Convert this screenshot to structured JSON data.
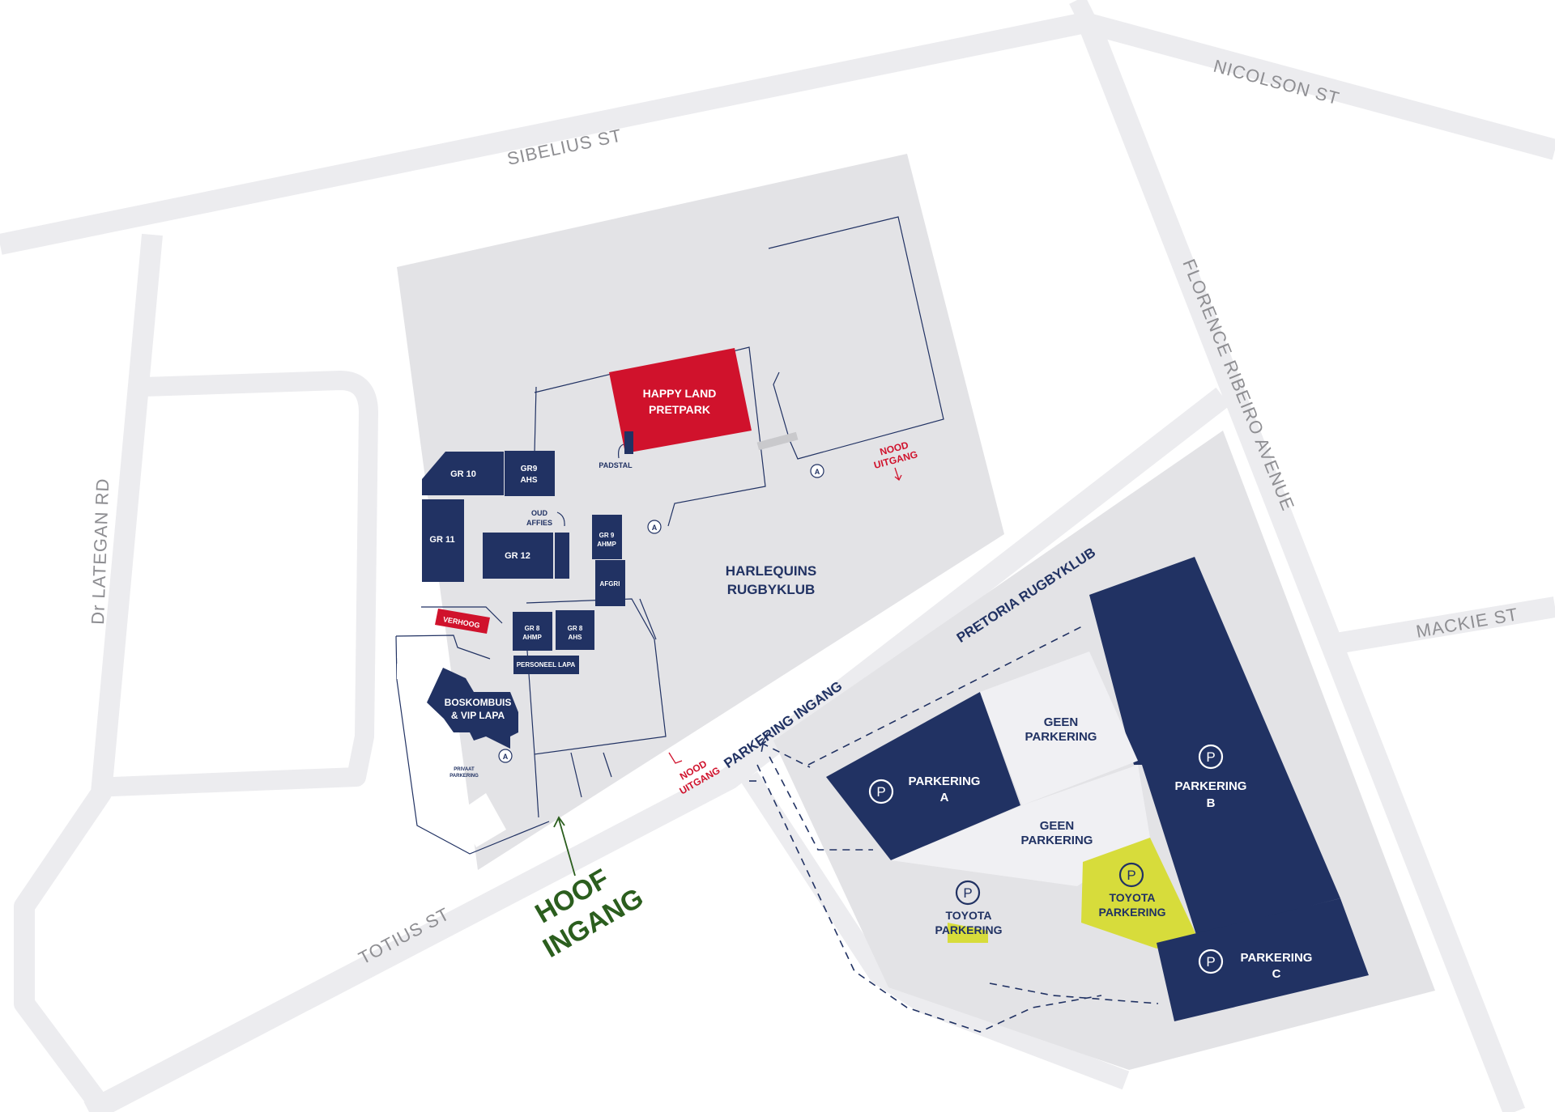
{
  "streets": {
    "sibelius": "SIBELIUS ST",
    "nicolson": "NICOLSON ST",
    "florence": "FLORENCE RIBEIRO AVENUE",
    "lategan": "Dr LATEGAN RD",
    "mackie": "MACKIE ST",
    "totius": "TOTIUS ST"
  },
  "buildings": {
    "happy_land_1": "HAPPY LAND",
    "happy_land_2": "PRETPARK",
    "padstal": "PADSTAL",
    "gr10": "GR 10",
    "gr9ahs_1": "GR9",
    "gr9ahs_2": "AHS",
    "gr11": "GR 11",
    "gr12": "GR 12",
    "oud_affies_1": "OUD",
    "oud_affies_2": "AFFIES",
    "gr9ahmp_1": "GR 9",
    "gr9ahmp_2": "AHMP",
    "afgri": "AFGRI",
    "verhoog": "VERHOOG",
    "gr8ahmp_1": "GR 8",
    "gr8ahmp_2": "AHMP",
    "gr8ahs_1": "GR 8",
    "gr8ahs_2": "AHS",
    "personeel_lapa": "PERSONEEL LAPA",
    "boskombuis_1": "BOSKOMBUIS",
    "boskombuis_2": "& VIP LAPA",
    "privaat_1": "PRIVAAT",
    "privaat_2": "PARKERING",
    "harlequins_1": "HARLEQUINS",
    "harlequins_2": "RUGBYKLUB",
    "pretoria_rugbyklub": "PRETORIA RUGBYKLUB",
    "atm": "A"
  },
  "labels": {
    "nood_1": "NOOD",
    "nood_2": "UITGANG",
    "parkering_ingang": "PARKERING INGANG",
    "hoof_1": "HOOF",
    "hoof_2": "INGANG"
  },
  "parking": {
    "p_symbol": "P",
    "parkering": "PARKERING",
    "a": "A",
    "b": "B",
    "c": "C",
    "geen": "GEEN",
    "toyota": "TOYOTA"
  },
  "colors": {
    "navy": "#213263",
    "red": "#d0122c",
    "yellow": "#d7dc3b",
    "green": "#2b5e1e",
    "road": "#ececef",
    "lot": "#e3e3e6"
  }
}
